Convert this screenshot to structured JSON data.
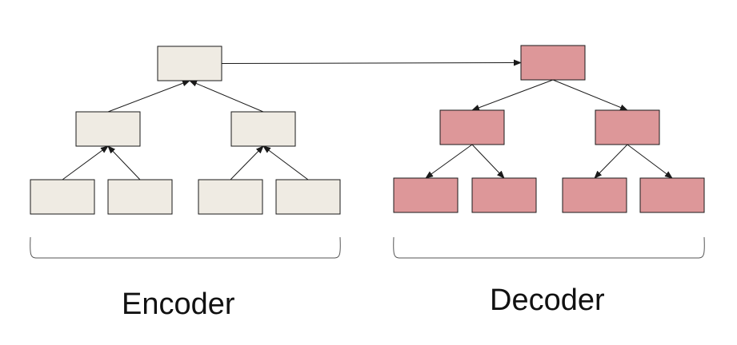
{
  "labels": {
    "encoder": "Encoder",
    "decoder": "Decoder"
  },
  "colors": {
    "encoder_fill": "#efebe3",
    "decoder_fill": "#dd9799",
    "stroke": "#1a1a1a",
    "bracket": "#555555"
  },
  "trees": [
    {
      "name": "encoder",
      "arrow_direction": "up",
      "levels": [
        1,
        2,
        4
      ]
    },
    {
      "name": "decoder",
      "arrow_direction": "down",
      "levels": [
        1,
        2,
        4
      ]
    }
  ],
  "cross_link": {
    "from": "encoder-root",
    "to": "decoder-root"
  }
}
